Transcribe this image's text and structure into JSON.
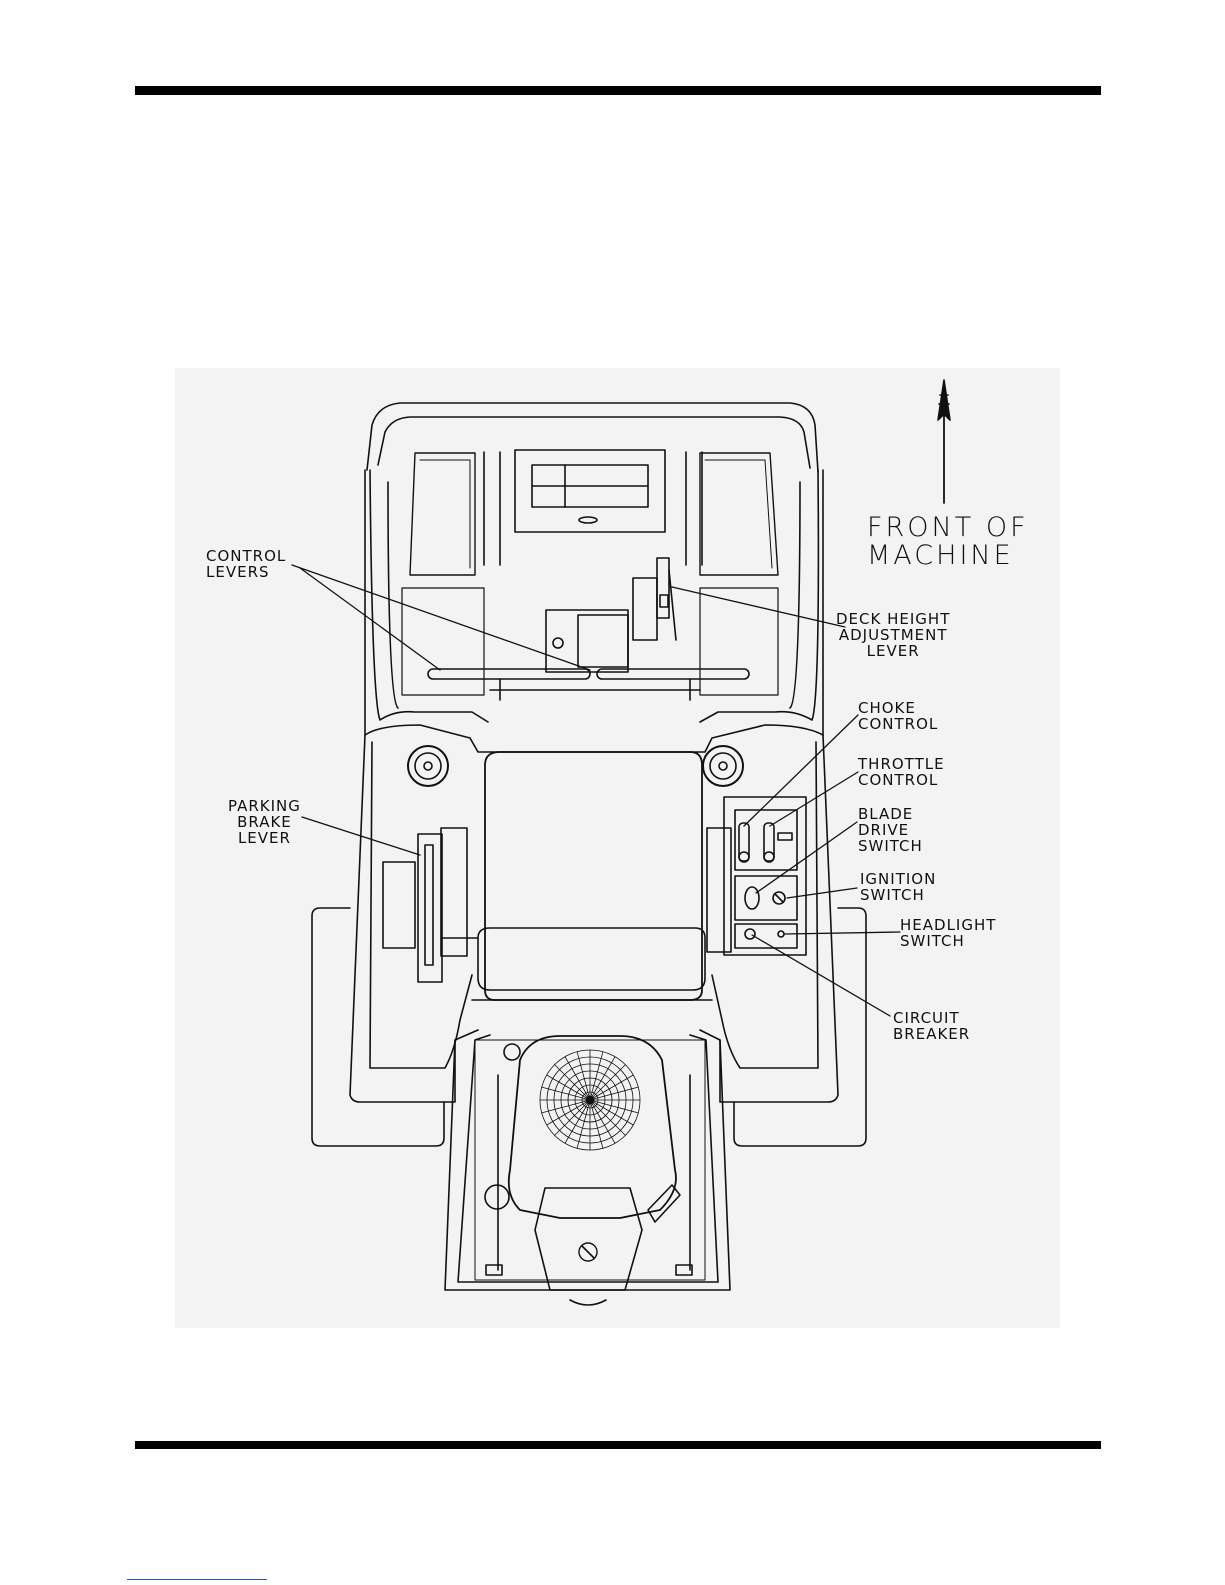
{
  "labels": {
    "front": [
      "FRONT OF",
      "MACHINE"
    ],
    "control_levers": [
      "CONTROL",
      "LEVERS"
    ],
    "deck_height": [
      "DECK HEIGHT",
      "ADJUSTMENT",
      "LEVER"
    ],
    "choke": [
      "CHOKE",
      "CONTROL"
    ],
    "throttle": [
      "THROTTLE",
      "CONTROL"
    ],
    "blade_drive": [
      "BLADE",
      "DRIVE",
      "SWITCH"
    ],
    "ignition": [
      "IGNITION",
      "SWITCH"
    ],
    "headlight": [
      "HEADLIGHT",
      "SWITCH"
    ],
    "circuit_breaker": [
      "CIRCUIT",
      "BREAKER"
    ],
    "parking_brake": [
      "PARKING",
      "BRAKE",
      "LEVER"
    ]
  }
}
